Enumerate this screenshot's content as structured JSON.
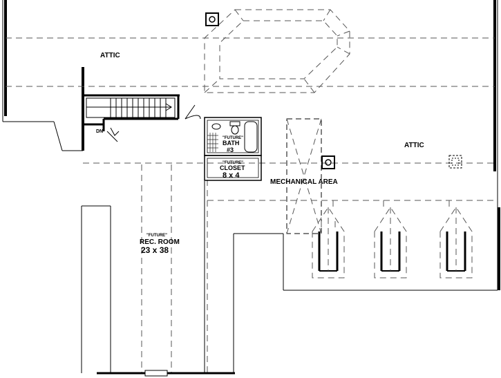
{
  "labels": {
    "attic_left": "ATTIC",
    "attic_right": "ATTIC",
    "mechanical": "MECHANICAL AREA",
    "dn": "DN",
    "bath_future": "\"FUTURE\"",
    "bath_name": "BATH",
    "bath_num": "#3",
    "closet_future": "\"FUTURE\"",
    "closet_name": "CLOSET",
    "closet_size": "8 x 4",
    "rec_future": "\"FUTURE\"",
    "rec_name": "REC. ROOM",
    "rec_size": "23 x 38"
  }
}
